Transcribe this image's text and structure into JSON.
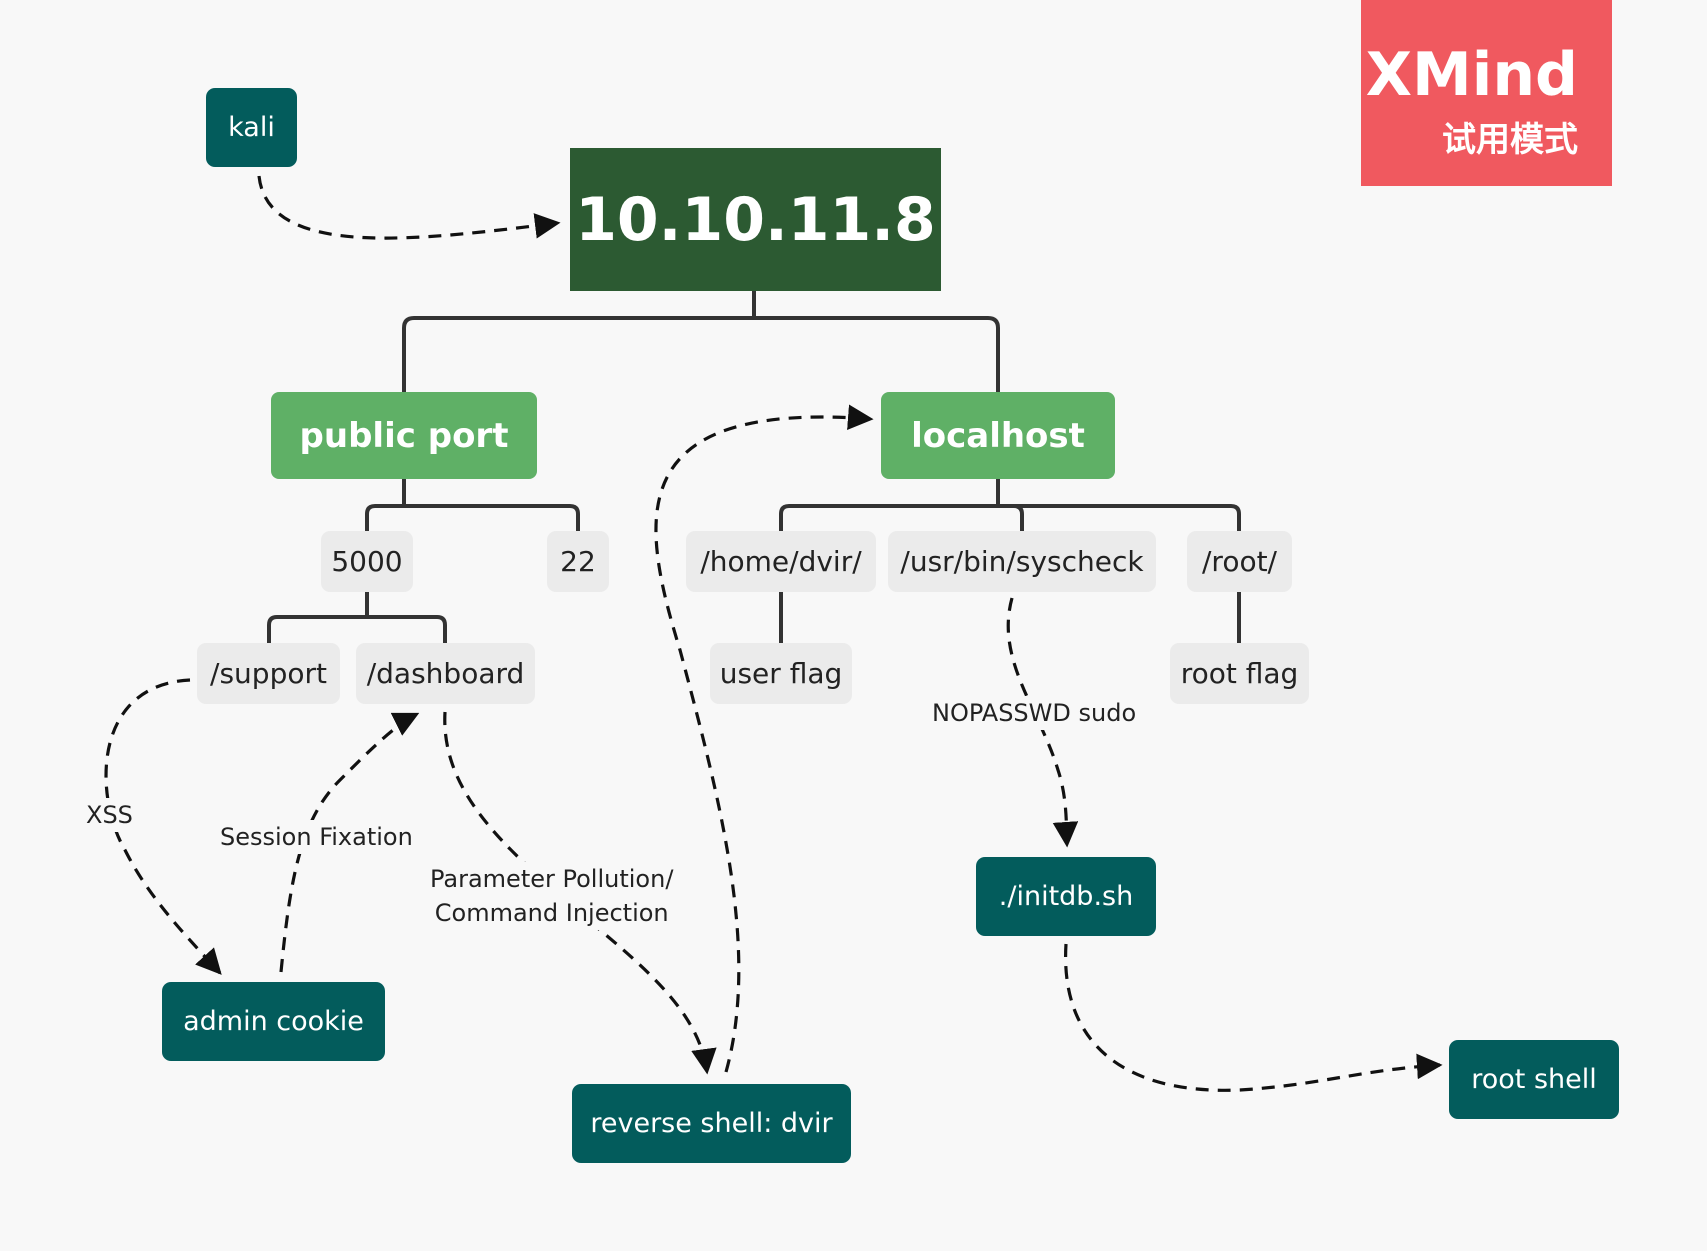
{
  "diagram": {
    "root": "10.10.11.8",
    "main_topics": {
      "public_port": "public port",
      "localhost": "localhost"
    },
    "subtopics": {
      "port_5000": "5000",
      "port_22": "22",
      "support": "/support",
      "dashboard": "/dashboard",
      "home_dvir": "/home/dvir/",
      "syscheck": "/usr/bin/syscheck",
      "root_dir": "/root/",
      "user_flag": "user flag",
      "root_flag": "root flag"
    },
    "floating": {
      "kali": "kali",
      "admin_cookie": "admin cookie",
      "reverse_shell": "reverse shell: dvir",
      "initdb": "./initdb.sh",
      "root_shell": "root shell"
    },
    "relationship_labels": {
      "xss": "XSS",
      "session_fixation": "Session Fixation",
      "param_pollution_line1": "Parameter Pollution/",
      "param_pollution_line2": "Command Injection",
      "nopasswd": "NOPASSWD sudo"
    }
  },
  "watermark": {
    "title": "XMind",
    "subtitle": "试用模式"
  },
  "colors": {
    "background": "#f8f8f8",
    "root": "#2c5a32",
    "main_topic": "#5fb066",
    "subtopic": "#ebebeb",
    "floating_topic": "#035c5c",
    "connector": "#333333",
    "watermark": "#f0595f"
  }
}
